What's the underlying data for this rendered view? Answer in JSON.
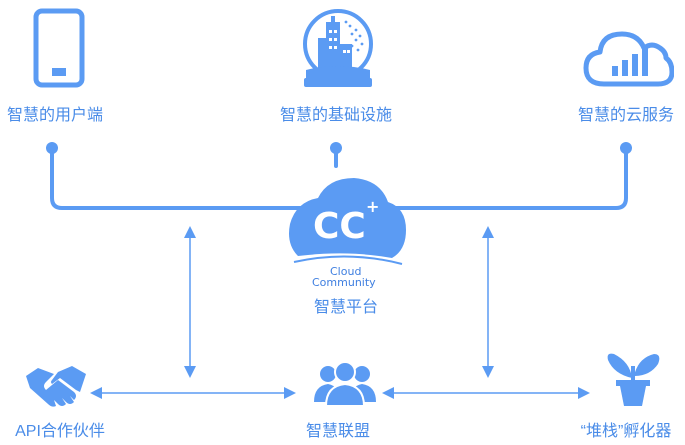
{
  "colors": {
    "accent": "#5b9bf3",
    "accent_dark": "#3f7fe0",
    "line": "#5b9bf3",
    "text": "#4a8ce8",
    "white": "#ffffff"
  },
  "top_nodes": [
    {
      "label": "智慧的用户端",
      "icon": "mobile-phone-icon"
    },
    {
      "label": "智慧的基础设施",
      "icon": "city-globe-icon"
    },
    {
      "label": "智慧的云服务",
      "icon": "cloud-chart-icon"
    }
  ],
  "center": {
    "logo_text": "CC",
    "logo_plus": "+",
    "logo_line1": "Cloud",
    "logo_line2": "Community",
    "label": "智慧平台",
    "icon": "cloud-logo-icon"
  },
  "bottom_nodes": [
    {
      "label": "API合作伙伴",
      "icon": "handshake-icon"
    },
    {
      "label": "智慧联盟",
      "icon": "people-group-icon"
    },
    {
      "label": "“堆栈”孵化器",
      "icon": "potted-plant-icon"
    }
  ]
}
